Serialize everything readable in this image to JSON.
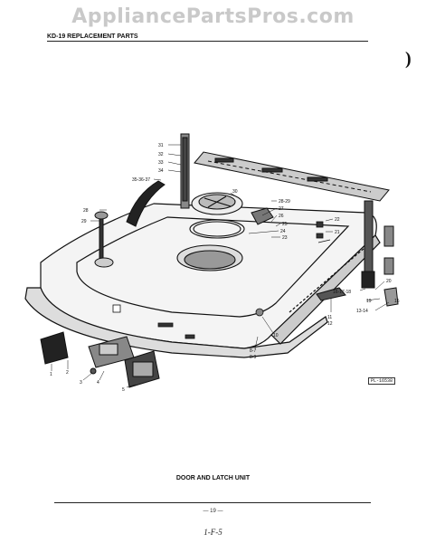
{
  "watermark": "AppliancePartsPros.com",
  "header": "KD-19 REPLACEMENT PARTS",
  "caption": "DOOR AND LATCH UNIT",
  "page_number": "— 19 —",
  "handwritten_note": "1-F-5",
  "reference_code": "PL-16538",
  "callouts": {
    "c31": "31",
    "c32": "32",
    "c33": "33",
    "c34": "34",
    "c35_37": "35-36-37",
    "c30": "30",
    "c28": "28",
    "c29": "29",
    "c28_29": "28-29",
    "c27": "27",
    "c26": "26",
    "c25": "25",
    "c24": "24",
    "c23": "23",
    "c22": "22",
    "c21": "21",
    "c20": "20",
    "c19": "19",
    "c16_18": "16-17-18",
    "c15": "15",
    "c13_14": "13-14",
    "c11": "11",
    "c12": "12",
    "c10": "10",
    "c8_7": "8-7",
    "c8_9": "8-9",
    "c1": "1",
    "c2": "2",
    "c3": "3",
    "c4": "4",
    "c5": "5"
  }
}
